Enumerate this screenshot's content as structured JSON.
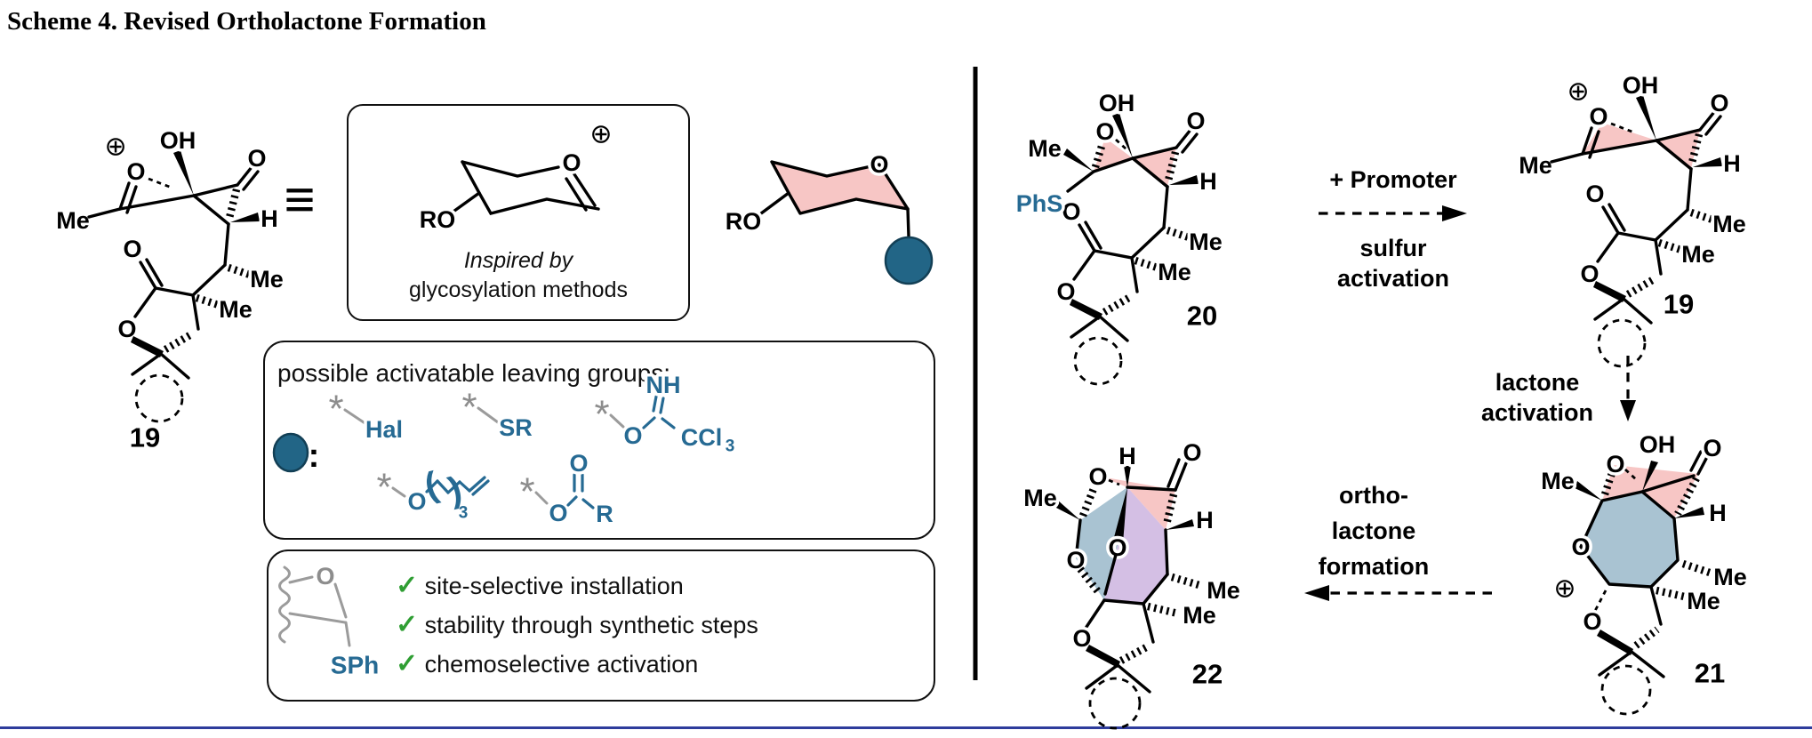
{
  "title": "Scheme 4. Revised Ortholactone Formation",
  "atoms": {
    "me": "Me",
    "oh": "OH",
    "o": "O",
    "h": "H",
    "plus": "⊕"
  },
  "equiv": "≡",
  "colors": {
    "pink": "#f7c6c5",
    "blue_ring": "#a9c3d2",
    "purple": "#d4bfe4",
    "teal": "#226586",
    "blue_text": "#266a93",
    "green": "#2f9e33",
    "navy_rule": "#2e3c9c"
  },
  "left": {
    "s19": {
      "num": "19"
    },
    "inspired_box": {
      "ro": "RO",
      "o": "O",
      "plus": "⊕",
      "line1": "Inspired by",
      "line2": "glycosylation methods"
    },
    "pyranose": {
      "ro": "RO",
      "o": "O"
    },
    "leaving_box": {
      "title": "possible activatable leaving groups:",
      "colon": ":",
      "star": "*",
      "g1": {
        "label": "Hal"
      },
      "g2": {
        "label": "SR"
      },
      "g3": {
        "o": "O",
        "nh": "NH",
        "c": "CCl",
        "sub": "3"
      },
      "g4": {
        "o": "O",
        "paren_l": "(",
        "paren_r": ")",
        "sub": "3"
      },
      "g5": {
        "o": "O",
        "o2": "O",
        "r": "R"
      }
    },
    "check_box": {
      "o": "O",
      "sph": "SPh",
      "check": "✓",
      "items": [
        "site-selective installation",
        "stability through synthetic steps",
        "chemoselective activation"
      ]
    }
  },
  "right": {
    "s20": {
      "num": "20",
      "phs": "PhS"
    },
    "arrow1": {
      "top": "+ Promoter",
      "b1": "sulfur",
      "b2": "activation"
    },
    "s19": {
      "num": "19"
    },
    "arrow2": {
      "l1": "lactone",
      "l2": "activation"
    },
    "s21": {
      "num": "21",
      "plus": "⊕"
    },
    "arrow3": {
      "l1": "ortho-",
      "l2": "lactone",
      "l3": "formation"
    },
    "s22": {
      "num": "22"
    }
  }
}
